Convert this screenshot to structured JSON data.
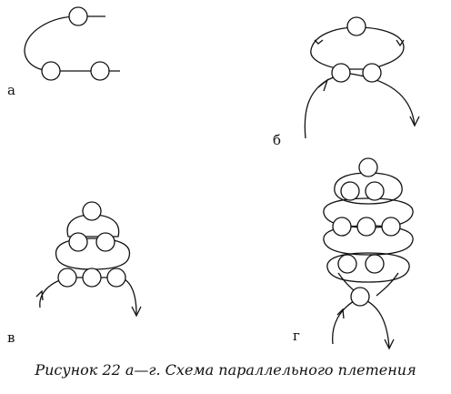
{
  "labels": {
    "a": "а",
    "b": "б",
    "v": "в",
    "g": "г"
  },
  "caption": "Рисунок 22 а—г. Схема параллельного плетения"
}
